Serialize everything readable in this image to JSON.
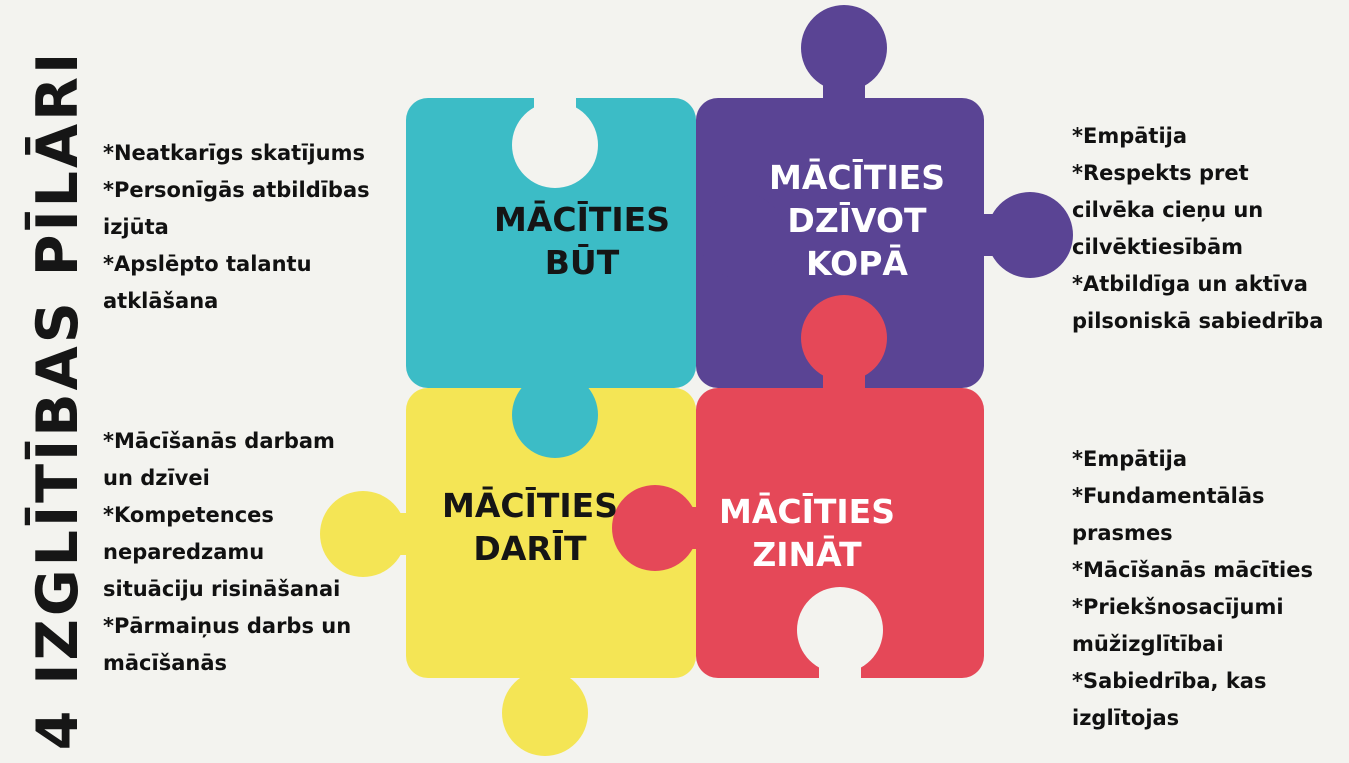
{
  "title": "4 IZGLĪTĪBAS PĪLĀRI",
  "colors": {
    "background": "#f3f3ef",
    "teal": "#3cbcc6",
    "purple": "#5a4494",
    "yellow": "#f4e555",
    "red": "#e54858",
    "text_dark": "#111111",
    "text_light": "#ffffff"
  },
  "pieces": {
    "top_left": {
      "line1": "MĀCĪTIES",
      "line2": "BŪT",
      "line3": ""
    },
    "top_right": {
      "line1": "MĀCĪTIES",
      "line2": "DZĪVOT",
      "line3": "KOPĀ"
    },
    "bottom_left": {
      "line1": "MĀCĪTIES",
      "line2": "DARĪT",
      "line3": ""
    },
    "bottom_right": {
      "line1": "MĀCĪTIES",
      "line2": "ZINĀT",
      "line3": ""
    }
  },
  "lists": {
    "top_left": [
      "*Neatkarīgs skatījums",
      "*Personīgās atbildības",
      "izjūta",
      "*Apslēpto talantu",
      "atklāšana"
    ],
    "top_right": [
      "*Empātija",
      "*Respekts pret",
      "cilvēka cieņu un",
      "cilvēktiesībām",
      "*Atbildīga un aktīva",
      "pilsoniskā sabiedrība"
    ],
    "bottom_left": [
      "*Mācīšanās darbam",
      "un dzīvei",
      "*Kompetences",
      "neparedzamu",
      "situāciju risināšanai",
      "*Pārmaiņus darbs un",
      "mācīšanās"
    ],
    "bottom_right": [
      "*Empātija",
      "*Fundamentālās",
      "prasmes",
      "*Mācīšanās mācīties",
      "*Priekšnosacījumi",
      "mūžizglītībai",
      "*Sabiedrība, kas",
      "izglītojas"
    ]
  }
}
